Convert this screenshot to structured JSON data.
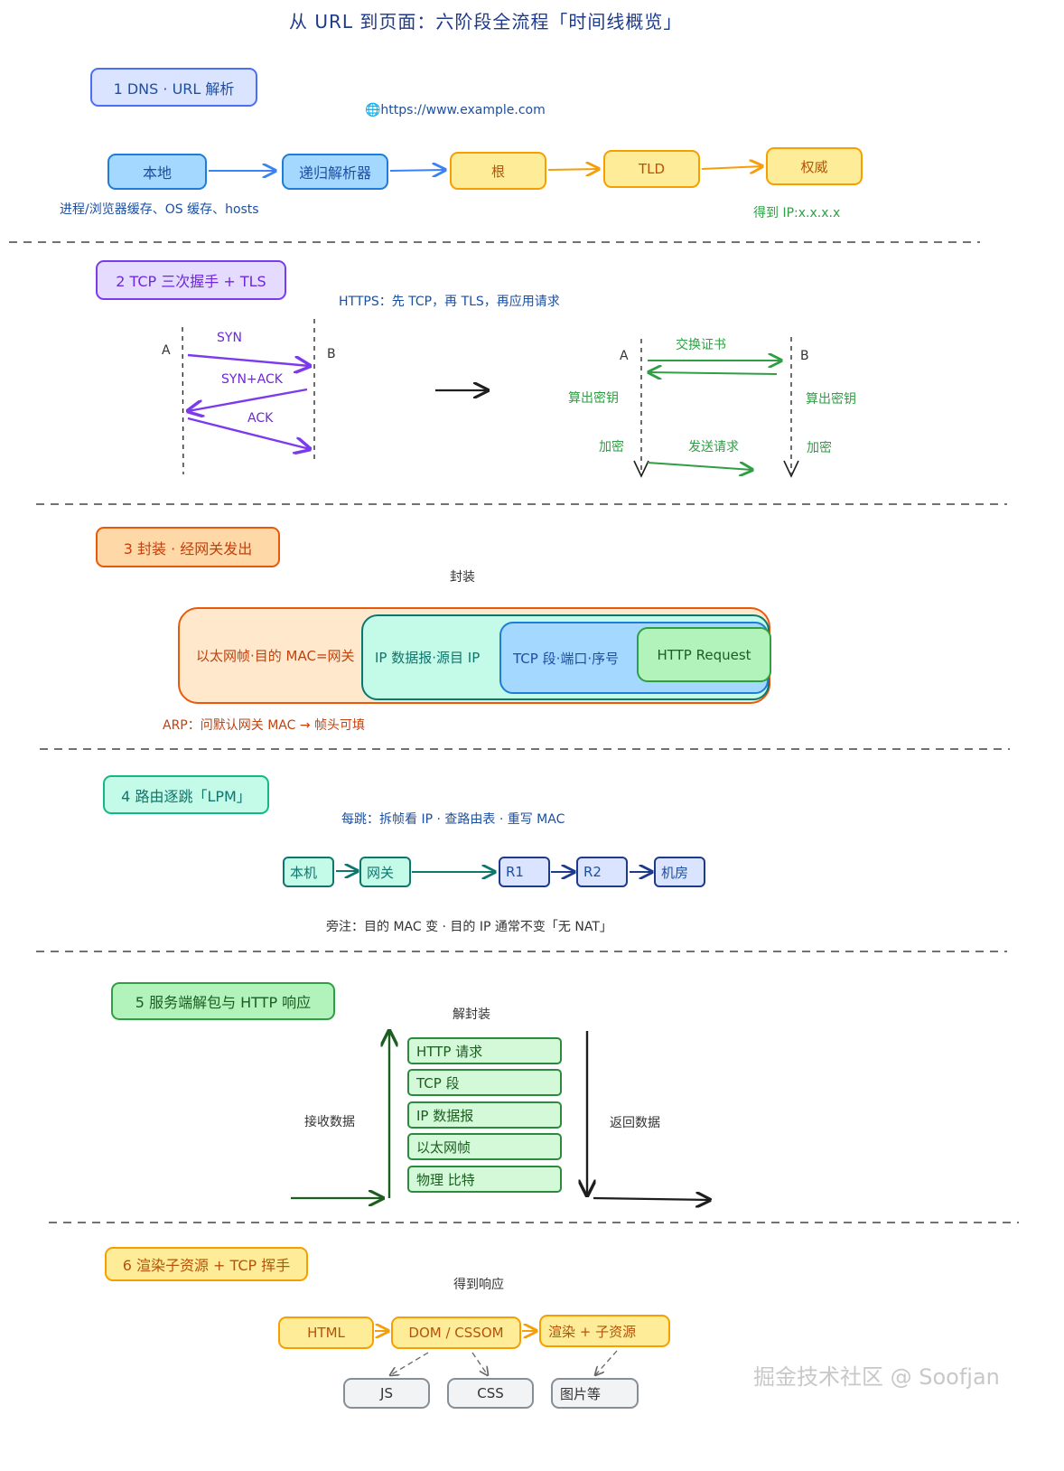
{
  "title": "从 URL 到页面：六阶段全流程「时间线概览」",
  "s1": {
    "heading": "1 DNS · URL 解析",
    "url": "🌐https://www.example.com",
    "nodes": [
      "本地",
      "递归解析器",
      "根",
      "TLD",
      "权威"
    ],
    "note_left": "进程/浏览器缓存、OS 缓存、hosts",
    "note_right": "得到 IP:x.x.x.x"
  },
  "s2": {
    "heading": "2 TCP 三次握手 + TLS",
    "subtitle": "HTTPS：先 TCP，再 TLS，再应用请求",
    "a": "A",
    "b": "B",
    "syn": "SYN",
    "synack": "SYN+ACK",
    "ack": "ACK",
    "exchange": "交换证书",
    "compute_left": "算出密钥",
    "compute_right": "算出密钥",
    "encrypt_left": "加密",
    "encrypt_right": "加密",
    "send": "发送请求"
  },
  "s3": {
    "heading": "3 封装 · 经网关发出",
    "subtitle": "封装",
    "eth": "以太网帧·目的 MAC=网关",
    "ip": "IP 数据报·源目 IP",
    "tcp": "TCP 段·端口·序号",
    "http": "HTTP Request",
    "note": "ARP：问默认网关 MAC → 帧头可填"
  },
  "s4": {
    "heading": "4 路由逐跳「LPM」",
    "subtitle": "每跳：拆帧看 IP · 查路由表 · 重写 MAC",
    "nodes": [
      "本机",
      "网关",
      "R1",
      "R2",
      "机房"
    ],
    "note": "旁注：目的 MAC 变 · 目的 IP 通常不变「无 NAT」"
  },
  "s5": {
    "heading": "5 服务端解包与 HTTP 响应",
    "subtitle": "解封装",
    "layers": [
      "HTTP 请求",
      "TCP 段",
      "IP 数据报",
      "以太网帧",
      "物理 比特"
    ],
    "recv": "接收数据",
    "ret": "返回数据"
  },
  "s6": {
    "heading": "6 渲染子资源 + TCP 挥手",
    "subtitle": "得到响应",
    "nodes": [
      "HTML",
      "DOM / CSSOM",
      "渲染 + 子资源"
    ],
    "subs": [
      "JS",
      "CSS",
      "图片等"
    ]
  },
  "watermark": "掘金技术社区 @ Soofjan"
}
